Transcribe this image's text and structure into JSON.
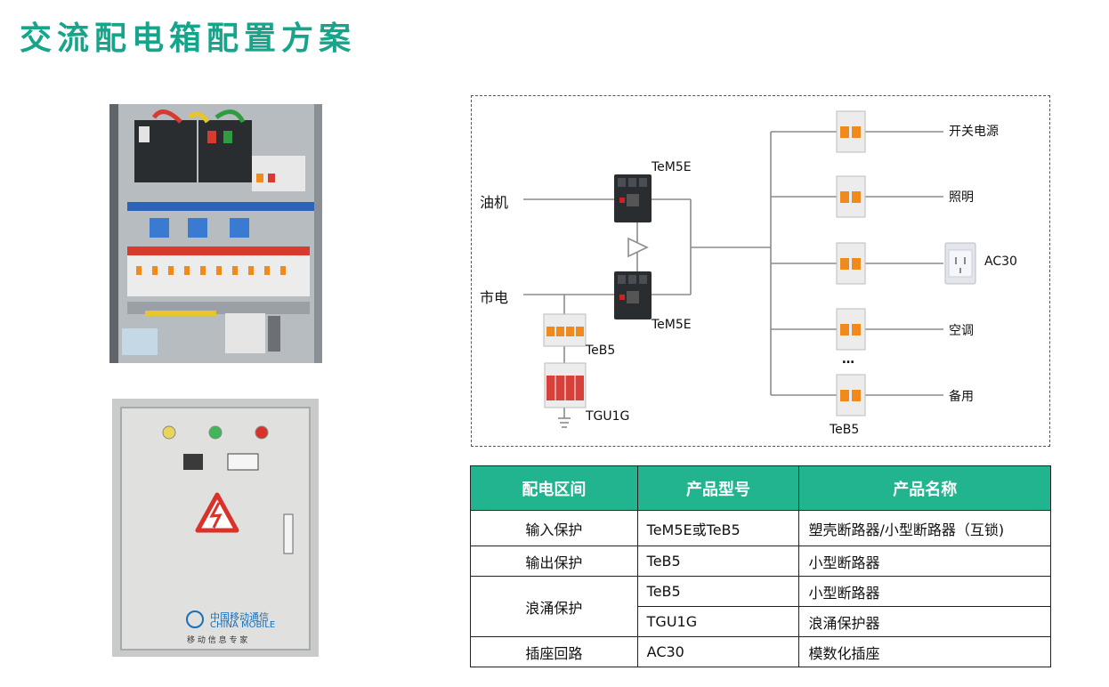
{
  "page": {
    "title": "交流配电箱配置方案"
  },
  "cabinet_photo": {
    "alt": "配电箱内部接线照片"
  },
  "box_photo": {
    "brand_cn": "中国移动通信",
    "brand_en": "CHINA MOBILE",
    "slogan": "移 动 信 息 专 家"
  },
  "diagram": {
    "source_oil": "油机",
    "source_mains": "市电",
    "breaker_top_label": "TeM5E",
    "breaker_bottom_label": "TeM5E",
    "spd_breaker_label": "TeB5",
    "spd_label": "TGU1G",
    "branch_breaker_label": "TeB5",
    "ellipsis": "…",
    "outputs": [
      "开关电源",
      "照明",
      "空调",
      "备用"
    ],
    "socket_label": "AC30"
  },
  "table": {
    "headers": [
      "配电区间",
      "产品型号",
      "产品名称"
    ],
    "rows": [
      {
        "section": "输入保护",
        "model": "TeM5E或TeB5",
        "name": "塑壳断路器/小型断路器（互锁)"
      },
      {
        "section": "输出保护",
        "model": "TeB5",
        "name": "小型断路器"
      },
      {
        "section": "浪涌保护",
        "model": "TeB5",
        "name": "小型断路器"
      },
      {
        "section": "",
        "model": "TGU1G",
        "name": "浪涌保护器"
      },
      {
        "section": "插座回路",
        "model": "AC30",
        "name": "模数化插座"
      }
    ]
  },
  "colors": {
    "accent": "#16a48a",
    "header_bg": "#22b38f",
    "breaker_orange": "#f08a1c",
    "spd_red": "#d8403a"
  }
}
